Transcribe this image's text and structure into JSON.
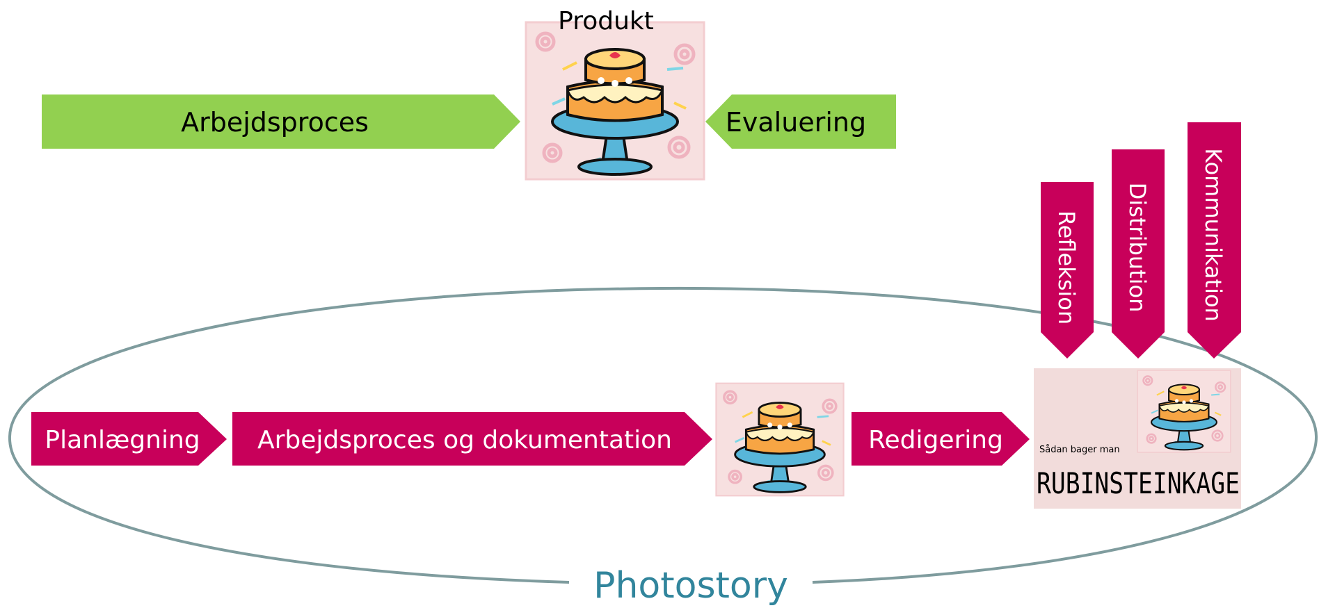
{
  "top": {
    "product_label": "Produkt",
    "work_arrow_label": "Arbejdsproces",
    "evaluation_arrow_label": "Evaluering"
  },
  "bottom": {
    "planning_label": "Planlægning",
    "work_doc_label": "Arbejdsproces og dokumentation",
    "editing_label": "Redigering",
    "reflection_label": "Refleksion",
    "distribution_label": "Distribution",
    "communication_label": "Kommunikation",
    "ellipse_label": "Photostory"
  },
  "final_product": {
    "subtitle": "Sådan bager man",
    "title": "RUBINSTEINKAGE"
  },
  "icons": {
    "cake": "cake-on-stand-icon"
  },
  "colors": {
    "green": "#92d050",
    "magenta": "#c8005a",
    "teal": "#31859c",
    "ellipse_stroke": "#7f9c9e",
    "pink_bg": "#f2dcdb"
  }
}
